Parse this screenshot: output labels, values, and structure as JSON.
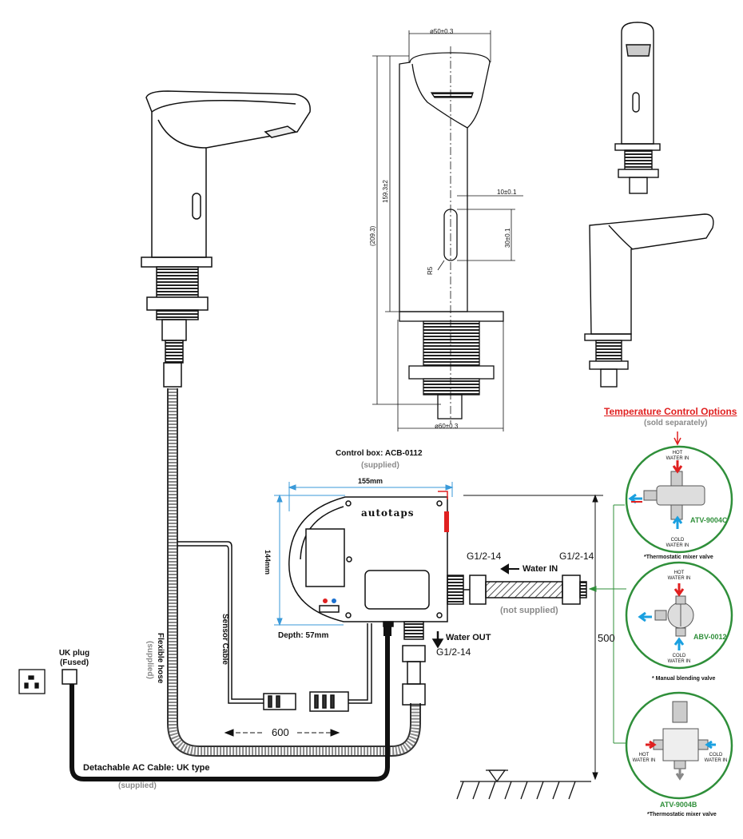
{
  "control_box": {
    "title": "Control box: ACB-0112",
    "supplied": "(supplied)",
    "width": "155mm",
    "height": "144mm",
    "depth": "Depth: 57mm",
    "brand": "autotaps"
  },
  "connections": {
    "g_left": "G1/2-14",
    "g_right": "G1/2-14",
    "g_bottom": "G1/2-14",
    "water_in": "Water IN",
    "water_out": "Water OUT",
    "not_supplied": "(not supplied)",
    "sensor_cable": "Sensor Cable",
    "flexible_hose": "Flexible hose",
    "hose_supplied": "(supplied)",
    "length_600": "600",
    "height_500": "500"
  },
  "power": {
    "uk_plug_line1": "UK plug",
    "uk_plug_line2": "(Fused)",
    "ac_cable": "Detachable AC Cable: UK type",
    "ac_supplied": "(supplied)"
  },
  "tap_dimensions": {
    "top_diameter": "ø50±0.3",
    "bottom_diameter": "ø60±0.3",
    "height_total": "(209.3)",
    "height_body": "159.3±2",
    "sensor_width": "10±0.1",
    "sensor_height": "30±0.1",
    "radius": "R5"
  },
  "temperature_options": {
    "title": "Temperature Control Options",
    "subtitle": "(sold separately)",
    "options": [
      {
        "model": "ATV-9004C",
        "caption": "*Thermostatic mixer valve",
        "hot": "HOT",
        "hot_sub": "WATER IN",
        "cold": "COLD",
        "cold_sub": "WATER IN"
      },
      {
        "model": "ABV-0012",
        "caption": "* Manual blending valve",
        "hot": "HOT",
        "hot_sub": "WATER IN",
        "cold": "COLD",
        "cold_sub": "WATER IN"
      },
      {
        "model": "ATV-9004B",
        "caption": "*Thermostatic mixer valve",
        "hot": "HOT",
        "hot_sub": "WATER IN",
        "cold": "COLD",
        "cold_sub": "WATER IN"
      }
    ]
  },
  "colors": {
    "accent_red": "#e02020",
    "model_green": "#2f8f3a",
    "dimension_blue": "#3a9ad9",
    "hot_arrow": "#e02020",
    "cold_arrow": "#1aa0e0"
  }
}
